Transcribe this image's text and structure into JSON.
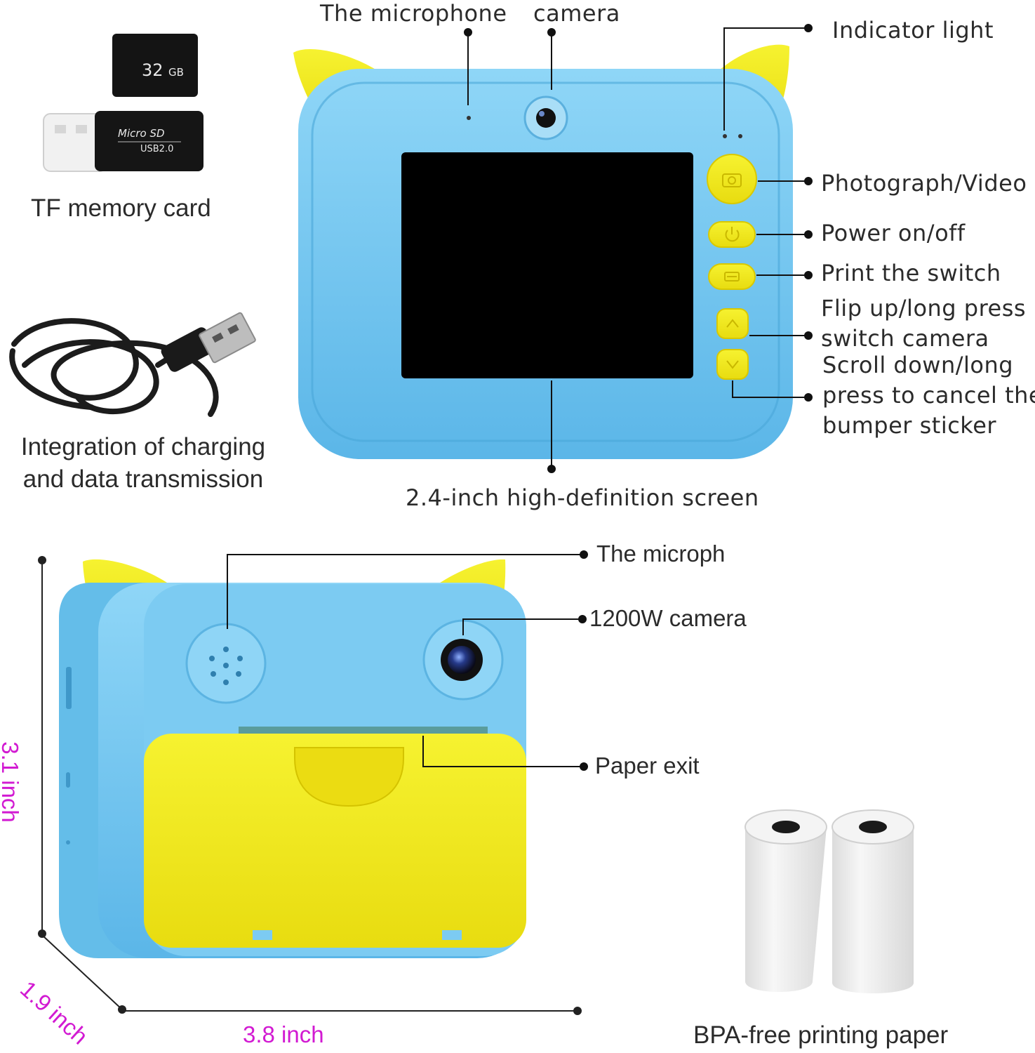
{
  "accessories": {
    "tf_card": {
      "capacity": "32",
      "unit": "GB",
      "reader_brand": "Micro SD",
      "reader_version": "USB2.0",
      "label": "TF memory card"
    },
    "cable": {
      "label_lines": [
        "Integration of charging",
        "and data transmission"
      ]
    },
    "paper": {
      "label": "BPA-free printing paper"
    }
  },
  "front_view": {
    "microphone_label": "The microphone",
    "camera_label": "camera",
    "indicator_label": "Indicator light",
    "photo_label": "Photograph/Video",
    "power_label": "Power on/off",
    "print_label": "Print the switch",
    "flip_label_lines": [
      "Flip up/long press",
      "switch camera"
    ],
    "scroll_label_lines": [
      "Scroll down/long",
      "press to cancel the",
      "bumper sticker"
    ],
    "screen_label": "2.4-inch high-definition screen"
  },
  "back_view": {
    "microphone_label": "The microph",
    "camera_label": "1200W camera",
    "paper_exit_label": "Paper exit"
  },
  "dimensions": {
    "height": "3.1 inch",
    "depth": "1.9 inch",
    "width": "3.8 inch",
    "color": "#d21ad2"
  },
  "colors": {
    "body_blue": "#6cc3ee",
    "button_yellow": "#f3ee1d"
  },
  "icons": [
    "camera-icon",
    "power-icon",
    "print-icon",
    "arrow-up-icon",
    "arrow-down-icon"
  ]
}
